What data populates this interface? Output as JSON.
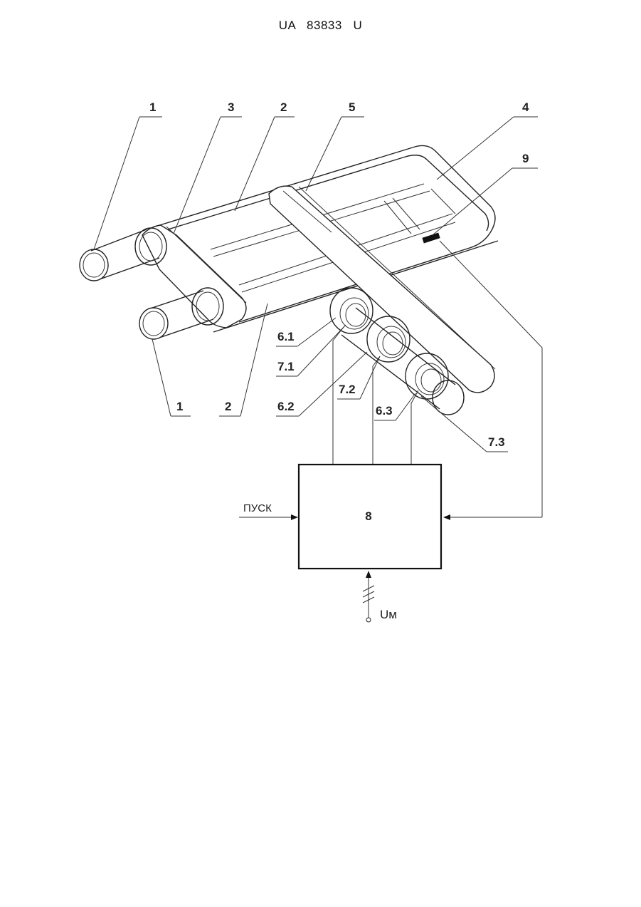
{
  "header": {
    "text": "UA   83833   U"
  },
  "labels": {
    "pipe_top": "1",
    "pipe_bottom": "1",
    "holder": "3",
    "strip_top": "2",
    "strip_bottom": "2",
    "band": "5",
    "loop": "4",
    "sensor": "9",
    "ring_6_1": "6.1",
    "ring_7_1": "7.1",
    "ring_7_2": "7.2",
    "ring_6_2": "6.2",
    "ring_6_3": "6.3",
    "ring_7_3": "7.3",
    "block": "8",
    "input_start": "ПУСК",
    "supply": "Uм"
  }
}
